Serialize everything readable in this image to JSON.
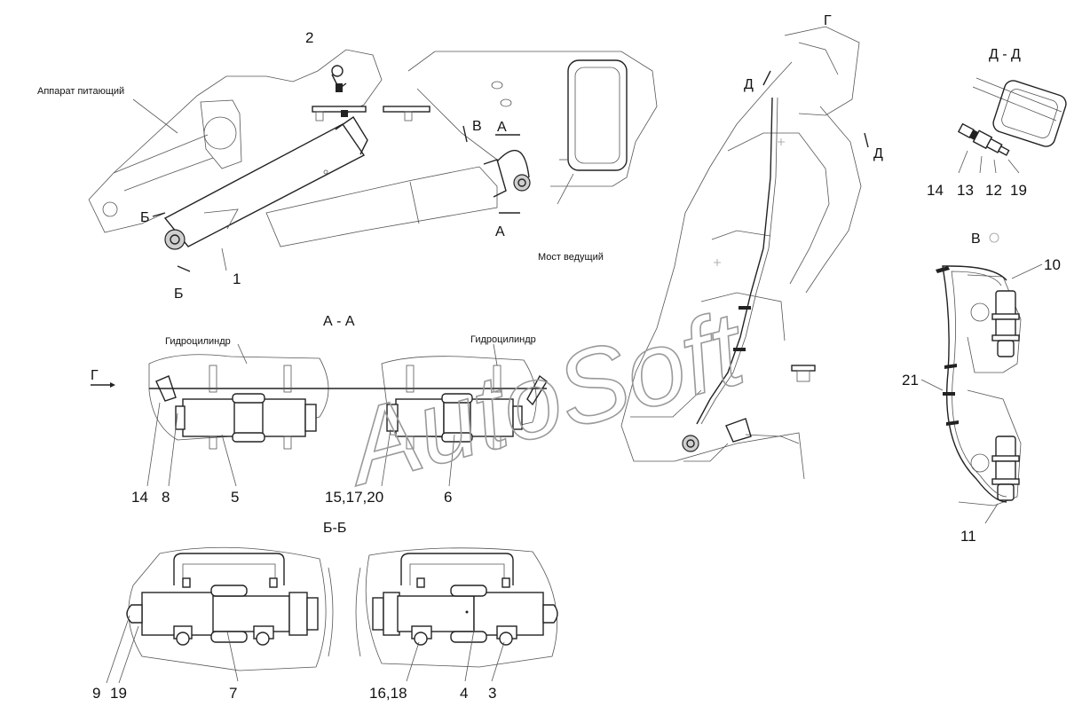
{
  "watermark": "AutoSoft",
  "labels": {
    "feeder": "Аппарат питающий",
    "drive_axle": "Мост ведущий",
    "cylinder_left": "Гидроцилиндр",
    "cylinder_right": "Гидроцилиндр"
  },
  "sections": {
    "aa": "А - А",
    "bb": "Б-Б",
    "dd": "Д - Д",
    "view_g": "Г",
    "view_v": "В",
    "g_arrow": "Г",
    "d_top": "Д",
    "d_right": "Д",
    "a_top": "А",
    "a_bottom": "А",
    "b_top": "Б",
    "b_bottom": "Б",
    "v_arrow": "В"
  },
  "callouts": {
    "c1": "1",
    "c2": "2",
    "c3": "3",
    "c4": "4",
    "c5": "5",
    "c6": "6",
    "c7": "7",
    "c8": "8",
    "c9": "9",
    "c10": "10",
    "c11": "11",
    "c14_aa": "14",
    "c15_17_20": "15,17,20",
    "c16_18": "16,18",
    "c19_bb": "19",
    "c21": "21",
    "dd_14": "14",
    "dd_13": "13",
    "dd_12": "12",
    "dd_19": "19"
  }
}
